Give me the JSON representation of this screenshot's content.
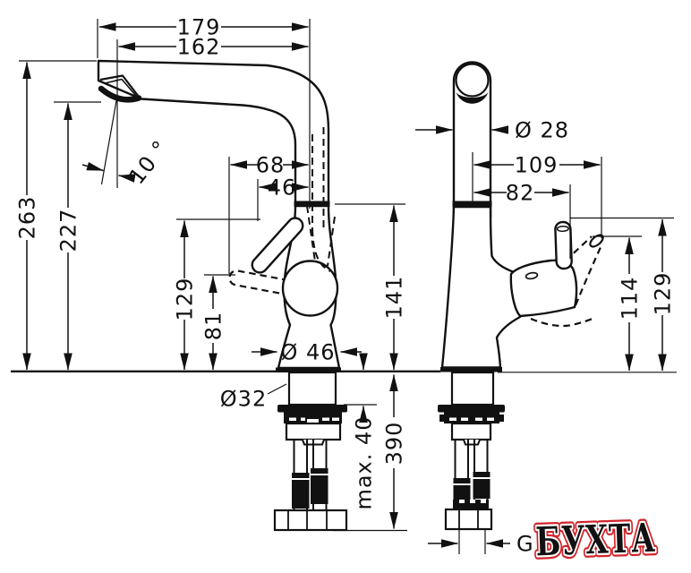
{
  "drawing": {
    "type": "faucet installation dimension drawing",
    "line_color": "#111111",
    "side_view": {
      "dims": {
        "reach_overall": "179",
        "reach_outlet": "162",
        "spray_angle": "10 °",
        "height_total": "263",
        "height_outlet": "227",
        "handle_reach_open": "68",
        "handle_reach_closed": "46",
        "handle_height": "129",
        "handle_height_low": "81",
        "body_height": "141",
        "base_diameter": "Ø 46",
        "shank_diameter": "Ø32",
        "counter_max_thickness": "max. 40",
        "hose_length": "390"
      }
    },
    "front_view": {
      "dims": {
        "spout_diameter": "Ø 28",
        "handle_span_tilted": "109",
        "handle_span": "82",
        "handle_height_tilted": "114",
        "handle_height_top": "129",
        "thread_label": "G"
      }
    },
    "watermark": {
      "text": "БУХТА",
      "color": "#d2232a"
    }
  }
}
